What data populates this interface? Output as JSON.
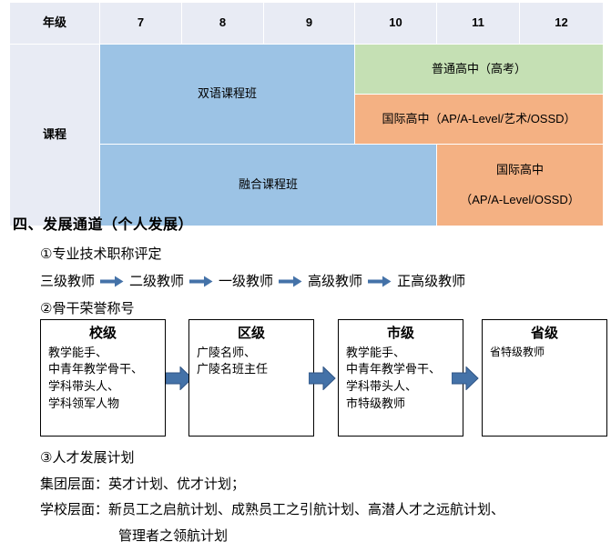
{
  "curriculum_table": {
    "row_header_label": "年级",
    "row_label_course": "课程",
    "grades": [
      "7",
      "8",
      "9",
      "10",
      "11",
      "12"
    ],
    "cells": {
      "bilingual": "双语课程班",
      "general_highschool": "普通高中（高考）",
      "international_highschool_inline": "国际高中（AP/A-Level/艺术/OSSD）",
      "integrated": "融合课程班",
      "international_highschool_line1": "国际高中",
      "international_highschool_line2": "（AP/A-Level/OSSD）"
    },
    "colors": {
      "header_bg": "#E8EBF4",
      "blue": "#9CC3E5",
      "green": "#C5E0B4",
      "orange": "#F4B183",
      "gridline": "#FFFFFF"
    }
  },
  "section": {
    "title": "四、发展通道（个人发展）",
    "item1": "①专业技术职称评定",
    "title_chain": [
      "三级教师",
      "二级教师",
      "一级教师",
      "高级教师",
      "正高级教师"
    ],
    "item2": "②骨干荣誉称号",
    "item3": "③人才发展计划",
    "group_level": "集团层面：英才计划、优才计划；",
    "school_level_line1": "学校层面：新员工之启航计划、成熟员工之引航计划、高潜人才之远航计划、",
    "school_level_line2": "管理者之领航计划"
  },
  "honour_flow": {
    "arrow_color": "#4472A8",
    "boxes": [
      {
        "title": "校级",
        "lines": [
          "教学能手、",
          "中青年教学骨干、",
          "学科带头人、",
          "学科领军人物"
        ]
      },
      {
        "title": "区级",
        "lines": [
          "广陵名师、",
          "广陵名班主任"
        ]
      },
      {
        "title": "市级",
        "lines": [
          "教学能手、",
          "中青年教学骨干、",
          "学科带头人、",
          "市特级教师"
        ]
      },
      {
        "title": "省级",
        "lines": [
          "省特级教师"
        ]
      }
    ]
  }
}
